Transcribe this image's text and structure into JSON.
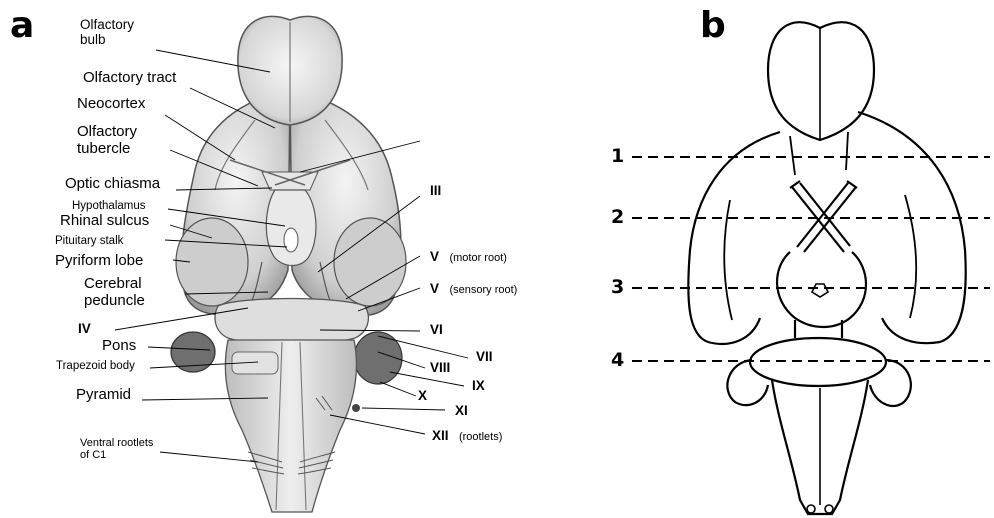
{
  "panels": {
    "a": "a",
    "b": "b"
  },
  "labels": {
    "olfactory_bulb": [
      "Olfactory",
      "bulb"
    ],
    "olfactory_tract": "Olfactory tract",
    "neocortex": "Neocortex",
    "olfactory_tubercle": [
      "Olfactory",
      "tubercle"
    ],
    "optic_chiasma": "Optic chiasma",
    "hypothalamus": "Hypothalamus",
    "rhinal_sulcus": "Rhinal sulcus",
    "pituitary_stalk": "Pituitary stalk",
    "pyriform_lobe": "Pyriform lobe",
    "cerebral_peduncle": [
      "Cerebral",
      "peduncle"
    ],
    "iv": "IV",
    "pons": "Pons",
    "trapezoid_body": "Trapezoid body",
    "pyramid": "Pyramid",
    "ventral_rootlets": [
      "Ventral rootlets",
      "of C1"
    ],
    "iii": "III",
    "v_motor": "V",
    "v_motor_note": "(motor root)",
    "v_sensory": "V",
    "v_sensory_note": "(sensory root)",
    "vi": "VI",
    "vii": "VII",
    "viii": "VIII",
    "ix": "IX",
    "x": "X",
    "xi": "XI",
    "xii": "XII",
    "xii_note": "(rootlets)"
  },
  "section_lines": [
    "1",
    "2",
    "3",
    "4"
  ]
}
